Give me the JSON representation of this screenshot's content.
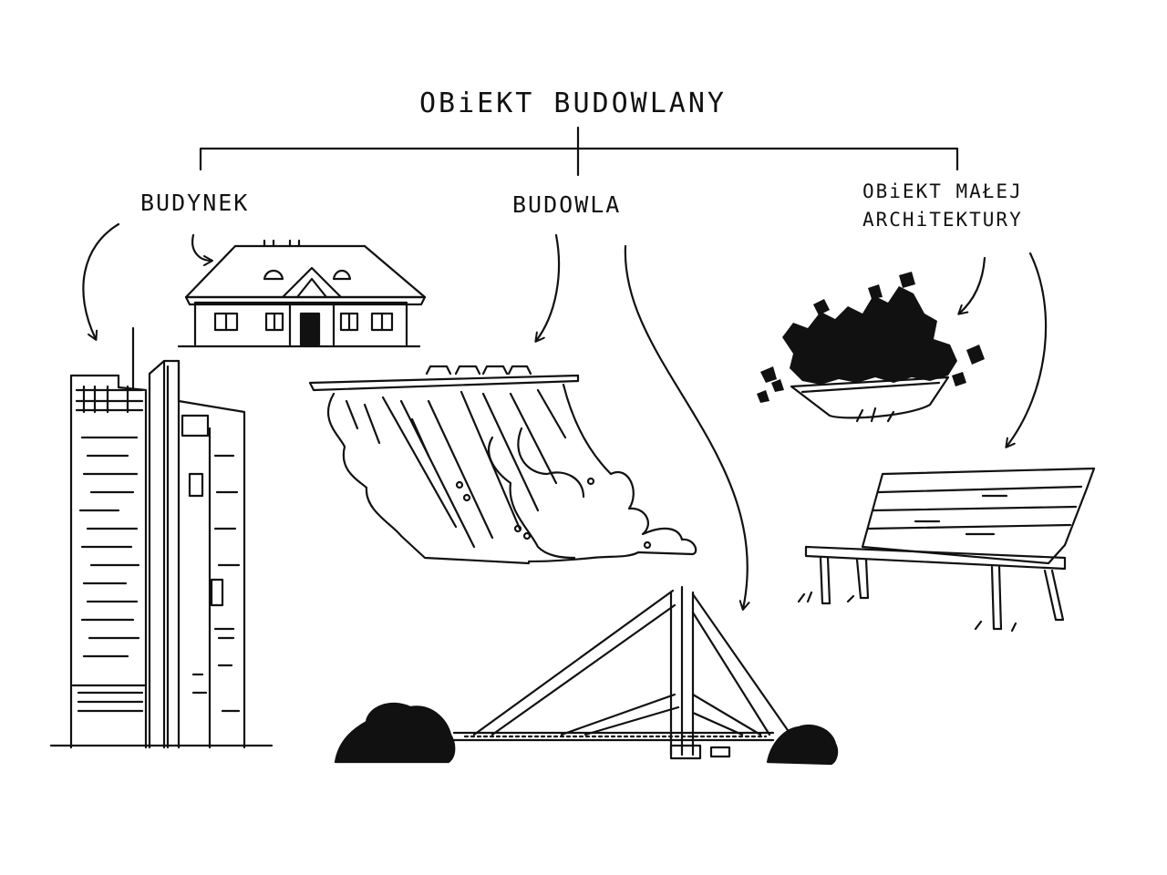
{
  "diagram": {
    "root": "OBiEKT BUDOWLANY",
    "categories": [
      {
        "id": "building",
        "label": "BUDYNEK"
      },
      {
        "id": "structure",
        "label": "BUDOWLA"
      },
      {
        "id": "small_architecture",
        "label_lines": [
          "OBiEKT MAŁEJ",
          "ARCHiTEKTURY"
        ]
      }
    ]
  },
  "style": {
    "ink": "#111111",
    "paper": "#ffffff"
  }
}
